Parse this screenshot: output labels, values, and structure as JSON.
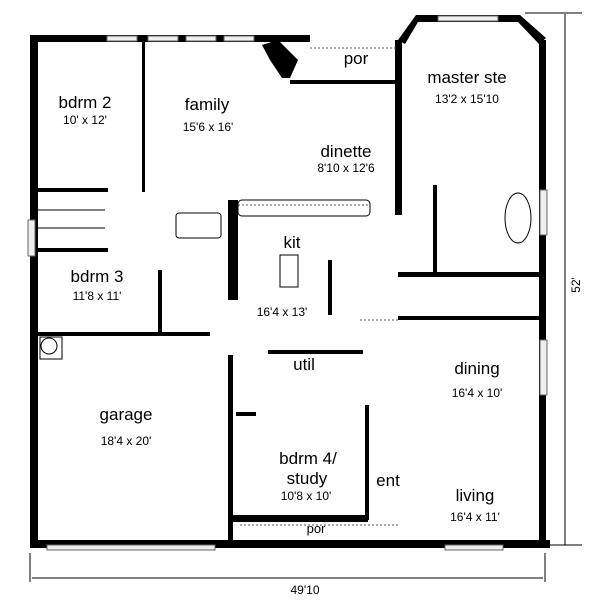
{
  "rooms": {
    "bdrm2": {
      "name": "bdrm 2",
      "size": "10' x 12'"
    },
    "family": {
      "name": "family",
      "size": "15'6 x 16'"
    },
    "porch_rear": {
      "name": "por"
    },
    "master": {
      "name": "master ste",
      "size": "13'2 x 15'10"
    },
    "dinette": {
      "name": "dinette",
      "size": "8'10 x 12'6"
    },
    "kitchen": {
      "name": "kit",
      "size": "16'4 x 13'"
    },
    "bdrm3": {
      "name": "bdrm 3",
      "size": "11'8 x 11'"
    },
    "util": {
      "name": "util"
    },
    "dining": {
      "name": "dining",
      "size": "16'4 x 10'"
    },
    "garage": {
      "name": "garage",
      "size": "18'4 x 20'"
    },
    "bdrm4": {
      "name_line1": "bdrm 4/",
      "name_line2": "study",
      "size": "10'8 x 10'"
    },
    "entry": {
      "name": "ent"
    },
    "living": {
      "name": "living",
      "size": "16'4 x 11'"
    },
    "porch_front": {
      "name": "por"
    }
  },
  "dimensions": {
    "width": "49'10",
    "depth": "52'"
  }
}
